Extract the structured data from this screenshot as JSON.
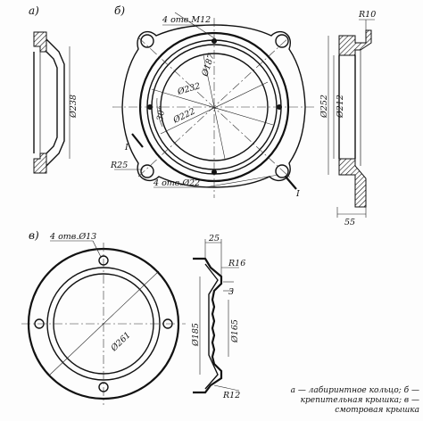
{
  "panels": {
    "a": "а)",
    "b": "б)",
    "v": "в)"
  },
  "labels": {
    "holes_m12": "4 отв.M12",
    "d187": "Ø187",
    "d232": "Ø232",
    "d222": "Ø222",
    "angle30": "30°",
    "r25": "R25",
    "holes_d22": "4 отв.Ø22",
    "r10": "R10",
    "d252": "Ø252",
    "d212": "Ø212",
    "dim55": "55",
    "d238": "Ø238",
    "section_mark_1": "I",
    "section_mark_2": "I",
    "holes_d13": "4 отв.Ø13",
    "d261": "Ø261",
    "dim25": "25",
    "r16": "R16",
    "dim3": "3",
    "d185": "Ø185",
    "d165": "Ø165",
    "r12": "R12"
  },
  "caption": {
    "line1": "а — лабиринтное кольцо; б —",
    "line2": "крепительная крышка; в —",
    "line3": "смотровая крышка"
  }
}
